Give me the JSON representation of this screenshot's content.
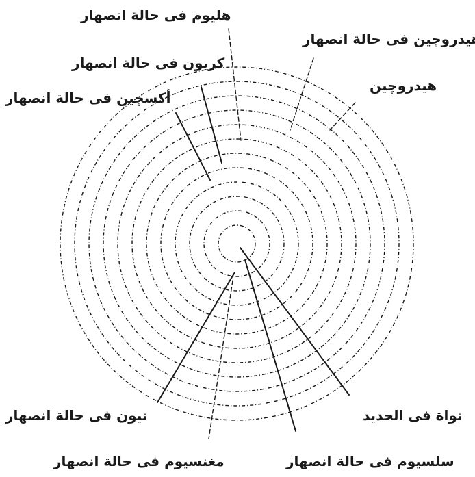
{
  "diagram": {
    "colors": {
      "ink": "#1a1a1a",
      "background": "#ffffff"
    },
    "shell_count": 12,
    "labels": {
      "helium": "هليوم فى حالة انصهار",
      "hydrogen_burning": "هيدروچين فى حالة انصهار",
      "carbon": "كربون فى حالة انصهار",
      "hydrogen": "هيدروچين",
      "oxygen": "أكسچين فى حالة انصهار",
      "neon": "نيون فى حالة انصهار",
      "iron_core": "نواة فى الحديد",
      "magnesium": "مغنسيوم فى حالة انصهار",
      "silicon": "سلسيوم فى حالة انصهار"
    }
  }
}
